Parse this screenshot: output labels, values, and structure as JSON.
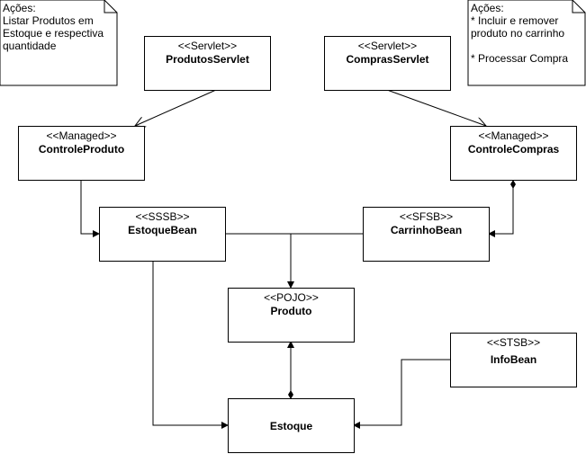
{
  "notes": {
    "left": [
      "Ações:",
      "Listar Produtos em",
      "Estoque e respectiva",
      "quantidade"
    ],
    "right": [
      "Ações:",
      "* Incluir e remover",
      "produto no carrinho",
      "",
      "* Processar Compra"
    ]
  },
  "boxes": {
    "produtos_servlet": {
      "stereotype": "<<Servlet>>",
      "name": "ProdutosServlet"
    },
    "compras_servlet": {
      "stereotype": "<<Servlet>>",
      "name": "ComprasServlet"
    },
    "controle_produto": {
      "stereotype": "<<Managed>>",
      "name": "ControleProduto"
    },
    "controle_compras": {
      "stereotype": "<<Managed>>",
      "name": "ControleCompras"
    },
    "estoque_bean": {
      "stereotype": "<<SSSB>>",
      "name": "EstoqueBean"
    },
    "carrinho_bean": {
      "stereotype": "<<SFSB>>",
      "name": "CarrinhoBean"
    },
    "produto": {
      "stereotype": "<<POJO>>",
      "name": "Produto"
    },
    "info_bean": {
      "stereotype": "<<STSB>>",
      "name": "InfoBean"
    },
    "estoque": {
      "name": "Estoque"
    }
  }
}
